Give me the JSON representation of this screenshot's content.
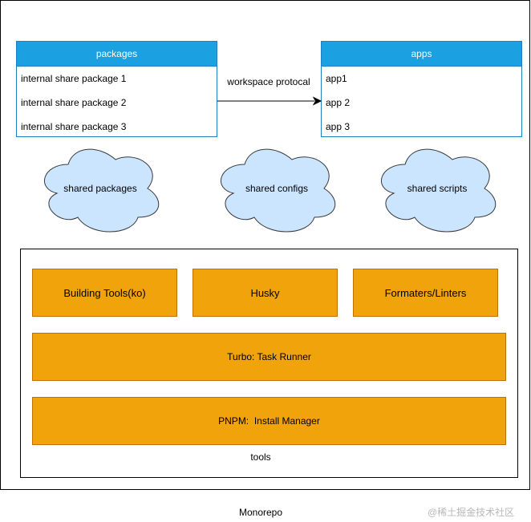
{
  "packages": {
    "title": "packages",
    "items": [
      "internal share package 1",
      "internal share package 2",
      "internal share package 3"
    ]
  },
  "apps": {
    "title": "apps",
    "items": [
      "app1",
      "app 2",
      "app 3"
    ]
  },
  "connector": {
    "label": "workspace protocal"
  },
  "clouds": [
    "shared packages",
    "shared configs",
    "shared scripts"
  ],
  "tools": {
    "row1": [
      "Building Tools(ko)",
      "Husky",
      "Formaters/Linters"
    ],
    "turbo": "Turbo: Task Runner",
    "pnpm": "PNPM:  Install Manager",
    "label": "tools"
  },
  "monorepo_label": "Monorepo",
  "watermark": "@稀土掘金技术社区",
  "colors": {
    "list_header": "#1ba1e2",
    "list_border": "#1f7fbf",
    "cloud_fill": "#cce5ff",
    "cloud_stroke": "#36393d",
    "tool_fill": "#f0a30a",
    "tool_stroke": "#bd7000"
  }
}
